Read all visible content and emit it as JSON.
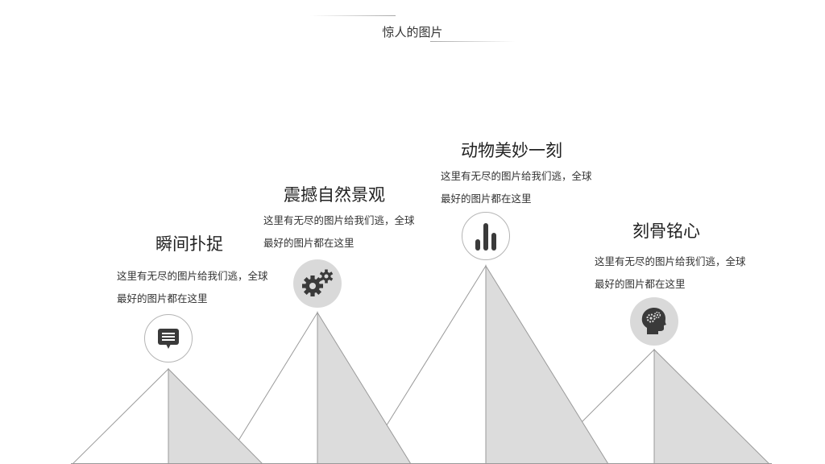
{
  "header": {
    "title": "惊人的图片"
  },
  "blocks": [
    {
      "title": "瞬间扑捉",
      "desc": "这里有无尽的图片给我们逃，全球最好的图片都在这里",
      "icon": "chat-bubble-icon"
    },
    {
      "title": "震撼自然景观",
      "desc": "这里有无尽的图片给我们逃，全球最好的图片都在这里",
      "icon": "gears-icon"
    },
    {
      "title": "动物美妙一刻",
      "desc": "这里有无尽的图片给我们逃，全球最好的图片都在这里",
      "icon": "bar-chart-icon"
    },
    {
      "title": "刻骨铭心",
      "desc": "这里有无尽的图片给我们逃，全球最好的图片都在这里",
      "icon": "head-gears-icon"
    }
  ],
  "colors": {
    "mountain_light": "#ffffff",
    "mountain_shadow": "#dcdcdc",
    "mountain_stroke": "#9a9a9a",
    "icon_dark": "#3a3a3a",
    "icon_fill_circle": "#d9d9d9"
  }
}
